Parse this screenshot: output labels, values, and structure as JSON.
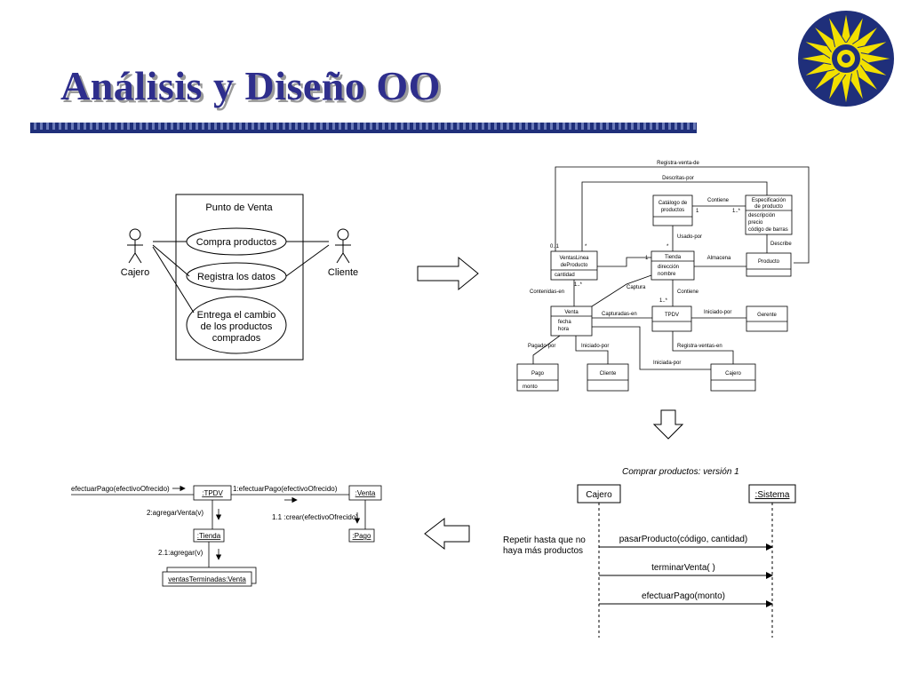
{
  "title": "Análisis y Diseño OO",
  "colors": {
    "title": "#2e2e8c",
    "rule": "#1f2f7a",
    "logo_blue": "#1f2f7a",
    "logo_yellow": "#f2e000"
  },
  "use_case": {
    "system_name": "Punto de Venta",
    "actor_left": "Cajero",
    "actor_right": "Cliente",
    "uc1": "Compra productos",
    "uc2": "Registra los datos",
    "uc3_line1": "Entrega el cambio",
    "uc3_line2": "de los productos",
    "uc3_line3": "comprados"
  },
  "class_diagram": {
    "top1": "Registra-venta-de",
    "top2": "Descritas-por",
    "catalogo1": "Catálogo de",
    "catalogo2": "productos",
    "contiene1": "Contiene",
    "one_a": "1",
    "one_many_a": "1..*",
    "espec1": "Especificación",
    "espec2": "de producto",
    "espec3": "descripción",
    "espec4": "precio",
    "espec5": "código de barras",
    "usado_por": "Usado-por",
    "zero_one": "0..1",
    "star_a": "*",
    "star_b": "*",
    "ventas_linea1": "VentasLinea",
    "ventas_linea2": "deProducto",
    "cantidad": "cantidad",
    "tienda": "Tienda",
    "direccion": "dirección",
    "nombre": "nombre",
    "almacena": "Almacena",
    "producto": "Producto",
    "describe": "Describe",
    "captura": "Captura",
    "contenidas_en": "Contenidas-en",
    "contiene2": "Contiene",
    "venta": "Venta",
    "fecha": "fecha",
    "hora": "hora",
    "capturadas_en": "Capturadas-en",
    "tpdv": "TPDV",
    "iniciado_por_a": "Iniciado-por",
    "gerente": "Gerente",
    "pagado_por": "Pagado-por",
    "iniciado_por_b": "Iniciado-por",
    "registra_ventas_en": "Registra-ventas-en",
    "iniciada_por": "Iniciada-por",
    "pago": "Pago",
    "monto": "monto",
    "cliente": "Cliente",
    "cajero": "Cajero",
    "many": "1..*",
    "one": "1"
  },
  "sequence": {
    "title": "Comprar productos: versión 1",
    "obj1": "Cajero",
    "obj2": ":Sistema",
    "note1": "Repetir hasta que no",
    "note2": "haya más productos",
    "msg1": "pasarProducto(código, cantidad)",
    "msg2": "terminarVenta( )",
    "msg3": "efectuarPago(monto)"
  },
  "collaboration": {
    "incoming": "efectuarPago(efectivoOfrecido)",
    "tpdv": ":TPDV",
    "msg1": "1:efectuarPago(efectivoOfrecido)",
    "venta": ":Venta",
    "msg2": "2:agregarVenta(v)",
    "msg11": "1.1 :crear(efectivoOfrecido)",
    "tienda": ":Tienda",
    "pago": ":Pago",
    "msg21": "2.1:agregar(v)",
    "ventas": "ventasTerminadas:Venta"
  }
}
